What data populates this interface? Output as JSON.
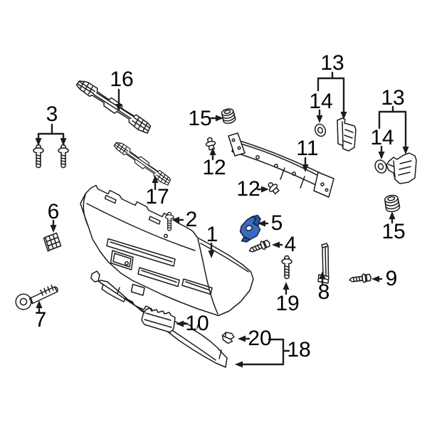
{
  "diagram": {
    "background_color": "#ffffff",
    "line_color": "#1c1c1c",
    "highlight_color": "#3b6ac1",
    "highlight_shade": "#2b529f",
    "highlighted_callout": "5",
    "callouts": [
      {
        "label": "16"
      },
      {
        "label": "3"
      },
      {
        "label": "17"
      },
      {
        "label": "15"
      },
      {
        "label": "12"
      },
      {
        "label": "2"
      },
      {
        "label": "1"
      },
      {
        "label": "12"
      },
      {
        "label": "11"
      },
      {
        "label": "13"
      },
      {
        "label": "14"
      },
      {
        "label": "13"
      },
      {
        "label": "14"
      },
      {
        "label": "15"
      },
      {
        "label": "5"
      },
      {
        "label": "4"
      },
      {
        "label": "19"
      },
      {
        "label": "8"
      },
      {
        "label": "9"
      },
      {
        "label": "6"
      },
      {
        "label": "7"
      },
      {
        "label": "10"
      },
      {
        "label": "20"
      },
      {
        "label": "18"
      }
    ]
  }
}
